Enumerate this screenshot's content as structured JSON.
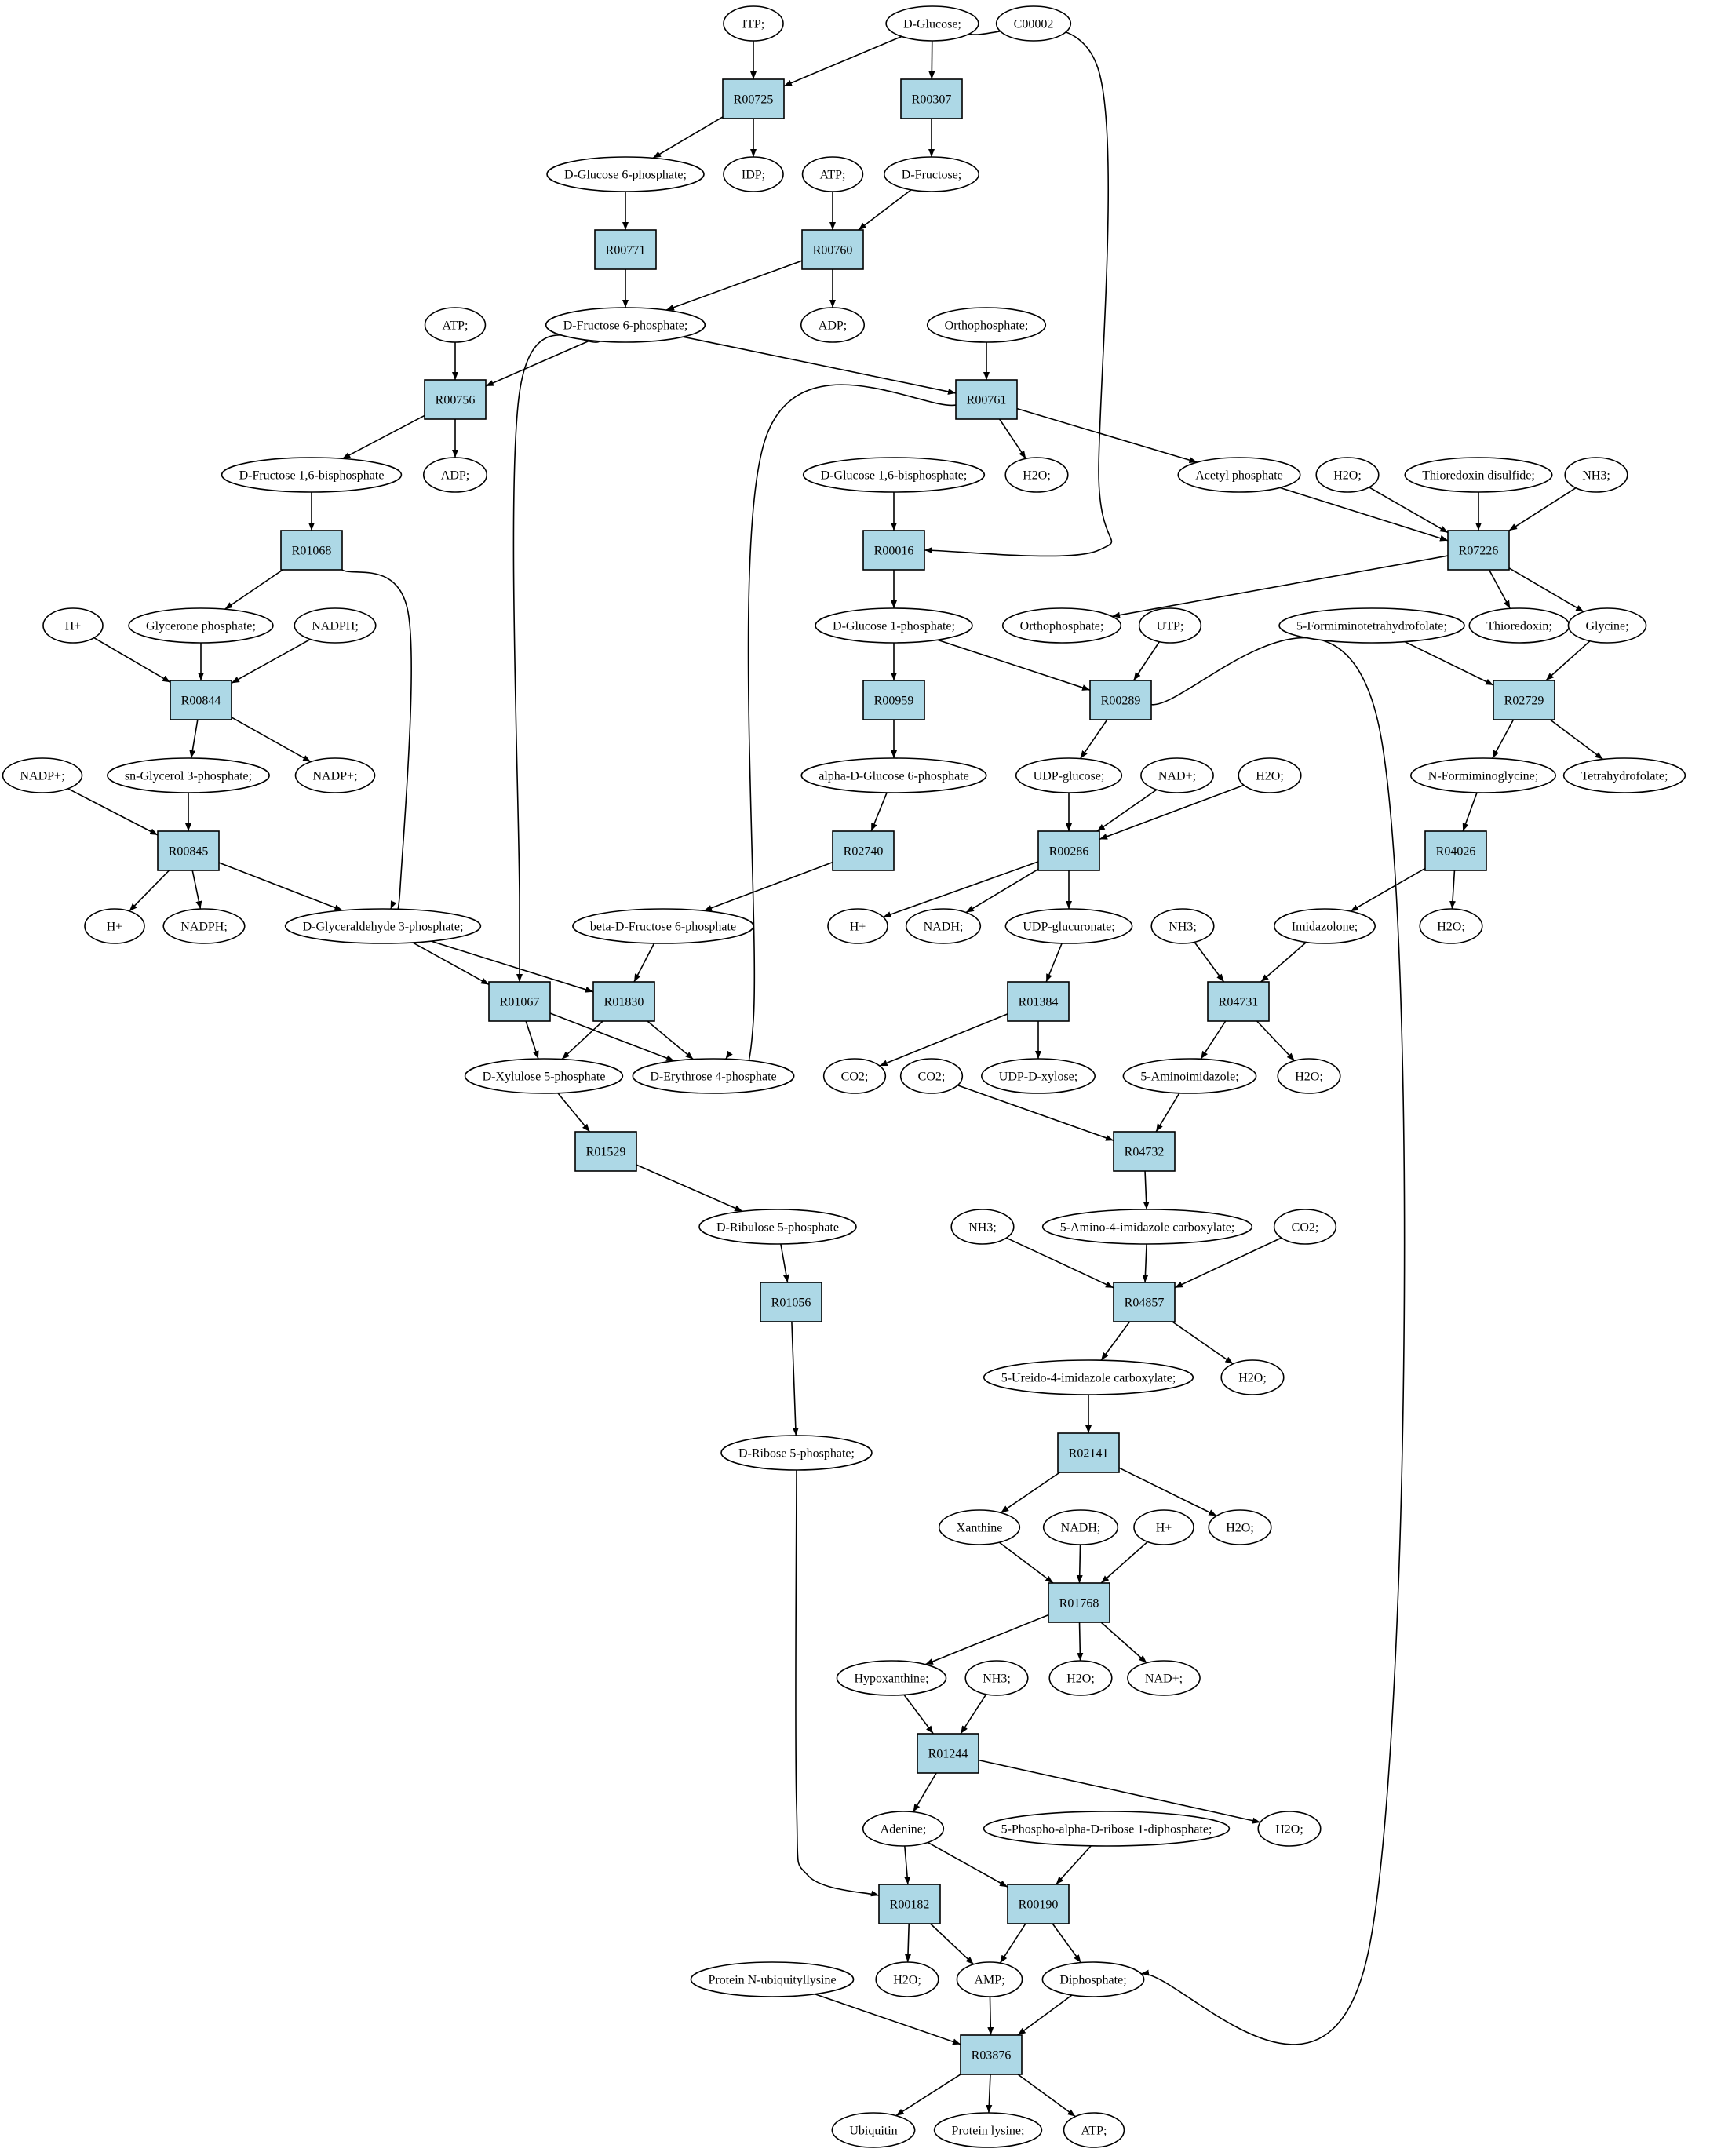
{
  "colors": {
    "reaction_fill": "#add8e6",
    "compound_fill": "#ffffff",
    "highlight_start": "#00ff00",
    "highlight_other": "#ffff00",
    "stroke": "#000000"
  },
  "nodes": {
    "c_itp": {
      "label": "ITP;",
      "kind": "compound"
    },
    "c_dglucose": {
      "label": "D-Glucose;",
      "kind": "compound",
      "fill": "#00ff00"
    },
    "c_c00002": {
      "label": "C00002",
      "kind": "compound",
      "fill": "#ffff00"
    },
    "r_r00725": {
      "label": "R00725",
      "kind": "reaction"
    },
    "r_r00307": {
      "label": "R00307",
      "kind": "reaction"
    },
    "c_g6p": {
      "label": "D-Glucose 6-phosphate;",
      "kind": "compound"
    },
    "c_idp": {
      "label": "IDP;",
      "kind": "compound"
    },
    "c_atp1": {
      "label": "ATP;",
      "kind": "compound"
    },
    "c_dfructose": {
      "label": "D-Fructose;",
      "kind": "compound"
    },
    "r_r00771": {
      "label": "R00771",
      "kind": "reaction"
    },
    "r_r00760": {
      "label": "R00760",
      "kind": "reaction"
    },
    "c_atp2": {
      "label": "ATP;",
      "kind": "compound"
    },
    "c_f6p": {
      "label": "D-Fructose 6-phosphate;",
      "kind": "compound"
    },
    "c_adp1": {
      "label": "ADP;",
      "kind": "compound"
    },
    "c_ortho1": {
      "label": "Orthophosphate;",
      "kind": "compound"
    },
    "r_r00756": {
      "label": "R00756",
      "kind": "reaction"
    },
    "r_r00761": {
      "label": "R00761",
      "kind": "reaction"
    },
    "c_fbp": {
      "label": "D-Fructose 1,6-bisphosphate",
      "kind": "compound"
    },
    "c_adp2": {
      "label": "ADP;",
      "kind": "compound"
    },
    "c_g16bp": {
      "label": "D-Glucose 1,6-bisphosphate;",
      "kind": "compound"
    },
    "c_h2o_1": {
      "label": "H2O;",
      "kind": "compound"
    },
    "c_acetylp": {
      "label": "Acetyl phosphate",
      "kind": "compound"
    },
    "c_h2o_2": {
      "label": "H2O;",
      "kind": "compound"
    },
    "c_thiodis": {
      "label": "Thioredoxin disulfide;",
      "kind": "compound"
    },
    "c_nh3_1": {
      "label": "NH3;",
      "kind": "compound"
    },
    "r_r01068": {
      "label": "R01068",
      "kind": "reaction"
    },
    "r_r00016": {
      "label": "R00016",
      "kind": "reaction"
    },
    "r_r07226": {
      "label": "R07226",
      "kind": "reaction"
    },
    "c_hplus1": {
      "label": "H+",
      "kind": "compound"
    },
    "c_dhap": {
      "label": "Glycerone phosphate;",
      "kind": "compound"
    },
    "c_nadph1": {
      "label": "NADPH;",
      "kind": "compound"
    },
    "c_g1p": {
      "label": "D-Glucose 1-phosphate;",
      "kind": "compound"
    },
    "c_ortho2": {
      "label": "Orthophosphate;",
      "kind": "compound"
    },
    "c_utp": {
      "label": "UTP;",
      "kind": "compound"
    },
    "c_formthf": {
      "label": "5-Formiminotetrahydrofolate;",
      "kind": "compound"
    },
    "c_thioredoxin": {
      "label": "Thioredoxin;",
      "kind": "compound"
    },
    "c_glycine": {
      "label": "Glycine;",
      "kind": "compound"
    },
    "r_r00844": {
      "label": "R00844",
      "kind": "reaction"
    },
    "r_r00959": {
      "label": "R00959",
      "kind": "reaction"
    },
    "r_r00289": {
      "label": "R00289",
      "kind": "reaction"
    },
    "r_r02729": {
      "label": "R02729",
      "kind": "reaction"
    },
    "c_nadpplus1": {
      "label": "NADP+;",
      "kind": "compound"
    },
    "c_glyc3p": {
      "label": "sn-Glycerol 3-phosphate;",
      "kind": "compound"
    },
    "c_nadpplus2": {
      "label": "NADP+;",
      "kind": "compound"
    },
    "c_ag6p": {
      "label": "alpha-D-Glucose 6-phosphate",
      "kind": "compound"
    },
    "c_udpglc": {
      "label": "UDP-glucose;",
      "kind": "compound"
    },
    "c_nadplus1": {
      "label": "NAD+;",
      "kind": "compound"
    },
    "c_h2o_3": {
      "label": "H2O;",
      "kind": "compound"
    },
    "c_formgly": {
      "label": "N-Formiminoglycine;",
      "kind": "compound"
    },
    "c_thf": {
      "label": "Tetrahydrofolate;",
      "kind": "compound"
    },
    "r_r00845": {
      "label": "R00845",
      "kind": "reaction"
    },
    "r_r02740": {
      "label": "R02740",
      "kind": "reaction"
    },
    "r_r00286": {
      "label": "R00286",
      "kind": "reaction"
    },
    "r_r04026": {
      "label": "R04026",
      "kind": "reaction"
    },
    "c_hplus2": {
      "label": "H+",
      "kind": "compound"
    },
    "c_nadph2": {
      "label": "NADPH;",
      "kind": "compound"
    },
    "c_gap": {
      "label": "D-Glyceraldehyde 3-phosphate;",
      "kind": "compound"
    },
    "c_bf6p": {
      "label": "beta-D-Fructose 6-phosphate",
      "kind": "compound"
    },
    "c_hplus3": {
      "label": "H+",
      "kind": "compound"
    },
    "c_nadh1": {
      "label": "NADH;",
      "kind": "compound"
    },
    "c_udpglcur": {
      "label": "UDP-glucuronate;",
      "kind": "compound"
    },
    "c_nh3_2": {
      "label": "NH3;",
      "kind": "compound"
    },
    "c_imidazolone": {
      "label": "Imidazolone;",
      "kind": "compound"
    },
    "c_h2o_4": {
      "label": "H2O;",
      "kind": "compound"
    },
    "r_r01067": {
      "label": "R01067",
      "kind": "reaction"
    },
    "r_r01830": {
      "label": "R01830",
      "kind": "reaction"
    },
    "r_r01384": {
      "label": "R01384",
      "kind": "reaction"
    },
    "r_r04731": {
      "label": "R04731",
      "kind": "reaction"
    },
    "c_xu5p": {
      "label": "D-Xylulose 5-phosphate",
      "kind": "compound"
    },
    "c_e4p": {
      "label": "D-Erythrose 4-phosphate",
      "kind": "compound"
    },
    "c_co2_1": {
      "label": "CO2;",
      "kind": "compound"
    },
    "c_co2_2": {
      "label": "CO2;",
      "kind": "compound"
    },
    "c_udpxyl": {
      "label": "UDP-D-xylose;",
      "kind": "compound"
    },
    "c_aminoimid": {
      "label": "5-Aminoimidazole;",
      "kind": "compound"
    },
    "c_h2o_5": {
      "label": "H2O;",
      "kind": "compound"
    },
    "r_r01529": {
      "label": "R01529",
      "kind": "reaction"
    },
    "r_r04732": {
      "label": "R04732",
      "kind": "reaction"
    },
    "c_ru5p": {
      "label": "D-Ribulose 5-phosphate",
      "kind": "compound"
    },
    "c_nh3_3": {
      "label": "NH3;",
      "kind": "compound"
    },
    "c_aicarb": {
      "label": "5-Amino-4-imidazole carboxylate;",
      "kind": "compound"
    },
    "c_co2_3": {
      "label": "CO2;",
      "kind": "compound"
    },
    "r_r01056": {
      "label": "R01056",
      "kind": "reaction"
    },
    "r_r04857": {
      "label": "R04857",
      "kind": "reaction"
    },
    "c_uicarb": {
      "label": "5-Ureido-4-imidazole carboxylate;",
      "kind": "compound"
    },
    "c_h2o_6": {
      "label": "H2O;",
      "kind": "compound"
    },
    "c_r5p": {
      "label": "D-Ribose 5-phosphate;",
      "kind": "compound"
    },
    "r_r02141": {
      "label": "R02141",
      "kind": "reaction"
    },
    "c_xanthine": {
      "label": "Xanthine",
      "kind": "compound"
    },
    "c_nadh2": {
      "label": "NADH;",
      "kind": "compound"
    },
    "c_hplus4": {
      "label": "H+",
      "kind": "compound"
    },
    "c_h2o_7": {
      "label": "H2O;",
      "kind": "compound"
    },
    "r_r01768": {
      "label": "R01768",
      "kind": "reaction"
    },
    "c_hypox": {
      "label": "Hypoxanthine;",
      "kind": "compound"
    },
    "c_nh3_4": {
      "label": "NH3;",
      "kind": "compound"
    },
    "c_h2o_8": {
      "label": "H2O;",
      "kind": "compound"
    },
    "c_nadplus2": {
      "label": "NAD+;",
      "kind": "compound"
    },
    "r_r01244": {
      "label": "R01244",
      "kind": "reaction"
    },
    "c_adenine": {
      "label": "Adenine;",
      "kind": "compound"
    },
    "c_prpp": {
      "label": "5-Phospho-alpha-D-ribose 1-diphosphate;",
      "kind": "compound"
    },
    "c_h2o_9": {
      "label": "H2O;",
      "kind": "compound"
    },
    "r_r00182": {
      "label": "R00182",
      "kind": "reaction"
    },
    "r_r00190": {
      "label": "R00190",
      "kind": "reaction"
    },
    "c_protubq": {
      "label": "Protein N-ubiquityllysine",
      "kind": "compound"
    },
    "c_h2o_10": {
      "label": "H2O;",
      "kind": "compound"
    },
    "c_amp": {
      "label": "AMP;",
      "kind": "compound"
    },
    "c_ppi": {
      "label": "Diphosphate;",
      "kind": "compound"
    },
    "r_r03876": {
      "label": "R03876",
      "kind": "reaction"
    },
    "c_ubiquitin": {
      "label": "Ubiquitin",
      "kind": "compound"
    },
    "c_protlys": {
      "label": "Protein lysine;",
      "kind": "compound"
    },
    "c_atp3": {
      "label": "ATP;",
      "kind": "compound"
    }
  },
  "edges": [
    [
      "c_itp",
      "r_r00725"
    ],
    [
      "c_dglucose",
      "r_r00725"
    ],
    [
      "c_dglucose",
      "r_r00307"
    ],
    [
      "c_dglucose",
      "r_r00016"
    ],
    [
      "r_r00725",
      "c_g6p"
    ],
    [
      "r_r00725",
      "c_idp"
    ],
    [
      "r_r00307",
      "c_dfructose"
    ],
    [
      "c_g6p",
      "r_r00771"
    ],
    [
      "c_atp1",
      "r_r00760"
    ],
    [
      "c_dfructose",
      "r_r00760"
    ],
    [
      "r_r00771",
      "c_f6p"
    ],
    [
      "r_r00760",
      "c_f6p"
    ],
    [
      "r_r00760",
      "c_adp1"
    ],
    [
      "c_atp2",
      "r_r00756"
    ],
    [
      "c_f6p",
      "r_r00756"
    ],
    [
      "c_f6p",
      "r_r01067"
    ],
    [
      "c_f6p",
      "r_r00761"
    ],
    [
      "c_ortho1",
      "r_r00761"
    ],
    [
      "r_r00756",
      "c_fbp"
    ],
    [
      "r_r00756",
      "c_adp2"
    ],
    [
      "r_r00761",
      "c_h2o_1"
    ],
    [
      "r_r00761",
      "c_acetylp"
    ],
    [
      "r_r00761",
      "c_e4p"
    ],
    [
      "c_fbp",
      "r_r01068"
    ],
    [
      "c_g16bp",
      "r_r00016"
    ],
    [
      "c_acetylp",
      "r_r07226"
    ],
    [
      "c_h2o_2",
      "r_r07226"
    ],
    [
      "c_thiodis",
      "r_r07226"
    ],
    [
      "c_nh3_1",
      "r_r07226"
    ],
    [
      "r_r01068",
      "c_dhap"
    ],
    [
      "r_r01068",
      "c_gap"
    ],
    [
      "r_r00016",
      "c_g1p"
    ],
    [
      "r_r07226",
      "c_ortho2"
    ],
    [
      "r_r07226",
      "c_thioredoxin"
    ],
    [
      "r_r07226",
      "c_glycine"
    ],
    [
      "c_hplus1",
      "r_r00844"
    ],
    [
      "c_dhap",
      "r_r00844"
    ],
    [
      "c_nadph1",
      "r_r00844"
    ],
    [
      "c_g1p",
      "r_r00959"
    ],
    [
      "c_g1p",
      "r_r00289"
    ],
    [
      "c_utp",
      "r_r00289"
    ],
    [
      "c_formthf",
      "r_r02729"
    ],
    [
      "c_glycine",
      "r_r02729"
    ],
    [
      "r_r00844",
      "c_glyc3p"
    ],
    [
      "r_r00844",
      "c_nadpplus2"
    ],
    [
      "r_r00959",
      "c_ag6p"
    ],
    [
      "r_r00289",
      "c_udpglc"
    ],
    [
      "r_r00289",
      "c_ppi"
    ],
    [
      "r_r02729",
      "c_formgly"
    ],
    [
      "r_r02729",
      "c_thf"
    ],
    [
      "c_nadpplus1",
      "r_r00845"
    ],
    [
      "c_glyc3p",
      "r_r00845"
    ],
    [
      "c_ag6p",
      "r_r02740"
    ],
    [
      "c_udpglc",
      "r_r00286"
    ],
    [
      "c_nadplus1",
      "r_r00286"
    ],
    [
      "c_h2o_3",
      "r_r00286"
    ],
    [
      "c_formgly",
      "r_r04026"
    ],
    [
      "r_r00845",
      "c_hplus2"
    ],
    [
      "r_r00845",
      "c_nadph2"
    ],
    [
      "r_r00845",
      "c_gap"
    ],
    [
      "r_r02740",
      "c_bf6p"
    ],
    [
      "r_r00286",
      "c_hplus3"
    ],
    [
      "r_r00286",
      "c_nadh1"
    ],
    [
      "r_r00286",
      "c_udpglcur"
    ],
    [
      "r_r04026",
      "c_imidazolone"
    ],
    [
      "r_r04026",
      "c_h2o_4"
    ],
    [
      "c_gap",
      "r_r01067"
    ],
    [
      "c_gap",
      "r_r01830"
    ],
    [
      "c_bf6p",
      "r_r01830"
    ],
    [
      "c_udpglcur",
      "r_r01384"
    ],
    [
      "c_nh3_2",
      "r_r04731"
    ],
    [
      "c_imidazolone",
      "r_r04731"
    ],
    [
      "r_r01067",
      "c_xu5p"
    ],
    [
      "r_r01067",
      "c_e4p"
    ],
    [
      "r_r01830",
      "c_xu5p"
    ],
    [
      "r_r01830",
      "c_e4p"
    ],
    [
      "r_r01384",
      "c_co2_1"
    ],
    [
      "r_r01384",
      "c_udpxyl"
    ],
    [
      "r_r04731",
      "c_aminoimid"
    ],
    [
      "r_r04731",
      "c_h2o_5"
    ],
    [
      "c_xu5p",
      "r_r01529"
    ],
    [
      "c_co2_2",
      "r_r04732"
    ],
    [
      "c_aminoimid",
      "r_r04732"
    ],
    [
      "r_r01529",
      "c_ru5p"
    ],
    [
      "r_r04732",
      "c_aicarb"
    ],
    [
      "c_ru5p",
      "r_r01056"
    ],
    [
      "c_nh3_3",
      "r_r04857"
    ],
    [
      "c_aicarb",
      "r_r04857"
    ],
    [
      "c_co2_3",
      "r_r04857"
    ],
    [
      "r_r01056",
      "c_r5p"
    ],
    [
      "r_r04857",
      "c_uicarb"
    ],
    [
      "r_r04857",
      "c_h2o_6"
    ],
    [
      "c_uicarb",
      "r_r02141"
    ],
    [
      "r_r02141",
      "c_xanthine"
    ],
    [
      "r_r02141",
      "c_h2o_7"
    ],
    [
      "c_xanthine",
      "r_r01768"
    ],
    [
      "c_nadh2",
      "r_r01768"
    ],
    [
      "c_hplus4",
      "r_r01768"
    ],
    [
      "r_r01768",
      "c_hypox"
    ],
    [
      "r_r01768",
      "c_h2o_8"
    ],
    [
      "r_r01768",
      "c_nadplus2"
    ],
    [
      "c_hypox",
      "r_r01244"
    ],
    [
      "c_nh3_4",
      "r_r01244"
    ],
    [
      "r_r01244",
      "c_adenine"
    ],
    [
      "r_r01244",
      "c_h2o_9"
    ],
    [
      "c_adenine",
      "r_r00182"
    ],
    [
      "c_r5p",
      "r_r00182"
    ],
    [
      "c_adenine",
      "r_r00190"
    ],
    [
      "c_prpp",
      "r_r00190"
    ],
    [
      "r_r00182",
      "c_h2o_10"
    ],
    [
      "r_r00182",
      "c_amp"
    ],
    [
      "r_r00190",
      "c_amp"
    ],
    [
      "r_r00190",
      "c_ppi"
    ],
    [
      "c_protubq",
      "r_r03876"
    ],
    [
      "c_amp",
      "r_r03876"
    ],
    [
      "c_ppi",
      "r_r03876"
    ],
    [
      "r_r03876",
      "c_ubiquitin"
    ],
    [
      "r_r03876",
      "c_protlys"
    ],
    [
      "r_r03876",
      "c_atp3"
    ]
  ]
}
